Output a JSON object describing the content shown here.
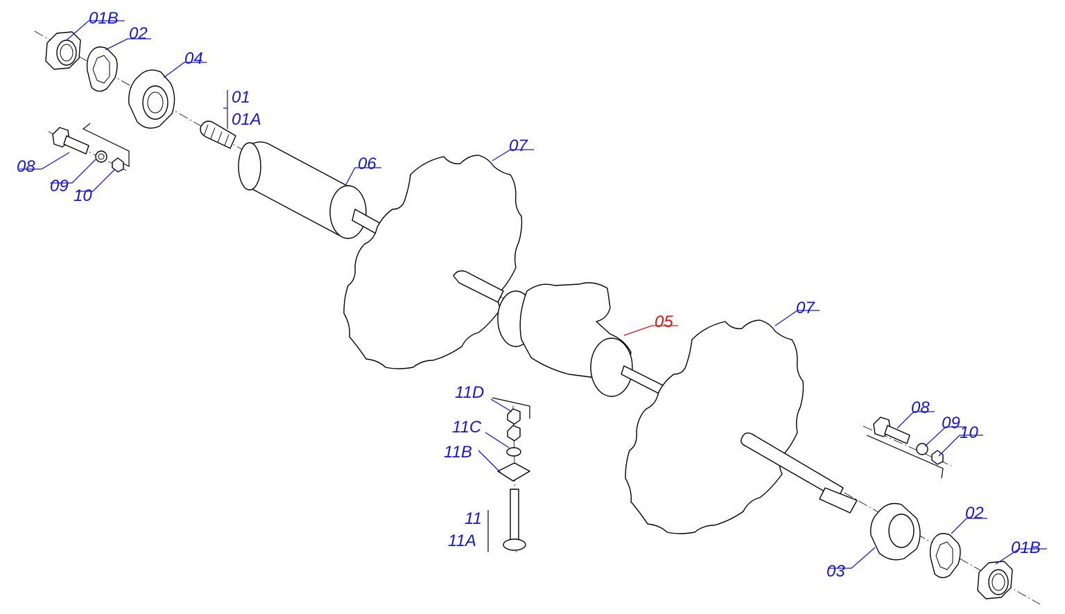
{
  "diagram": {
    "callouts": [
      {
        "id": "c01B_top",
        "label": "01B",
        "color": "#1515d6"
      },
      {
        "id": "c02_top",
        "label": "02",
        "color": "#1515d6"
      },
      {
        "id": "c04",
        "label": "04",
        "color": "#1515d6"
      },
      {
        "id": "c01",
        "label": "01",
        "color": "#1515d6"
      },
      {
        "id": "c01A",
        "label": "01A",
        "color": "#1515d6"
      },
      {
        "id": "c08_left",
        "label": "08",
        "color": "#1515d6"
      },
      {
        "id": "c09_left",
        "label": "09",
        "color": "#1515d6"
      },
      {
        "id": "c10_left",
        "label": "10",
        "color": "#1515d6"
      },
      {
        "id": "c06",
        "label": "06",
        "color": "#1515d6"
      },
      {
        "id": "c07_left",
        "label": "07",
        "color": "#1515d6"
      },
      {
        "id": "c07_right",
        "label": "07",
        "color": "#1515d6"
      },
      {
        "id": "c05",
        "label": "05",
        "color": "#e01010"
      },
      {
        "id": "c11D",
        "label": "11D",
        "color": "#1515d6"
      },
      {
        "id": "c11C",
        "label": "11C",
        "color": "#1515d6"
      },
      {
        "id": "c11B",
        "label": "11B",
        "color": "#1515d6"
      },
      {
        "id": "c11",
        "label": "11",
        "color": "#1515d6"
      },
      {
        "id": "c11A",
        "label": "11A",
        "color": "#1515d6"
      },
      {
        "id": "c08_right",
        "label": "08",
        "color": "#1515d6"
      },
      {
        "id": "c09_right",
        "label": "09",
        "color": "#1515d6"
      },
      {
        "id": "c10_right",
        "label": "10",
        "color": "#1515d6"
      },
      {
        "id": "c02_bottom",
        "label": "02",
        "color": "#1515d6"
      },
      {
        "id": "c01B_bottom",
        "label": "01B",
        "color": "#1515d6"
      },
      {
        "id": "c03",
        "label": "03",
        "color": "#1515d6"
      }
    ],
    "selected_callout": "05"
  }
}
